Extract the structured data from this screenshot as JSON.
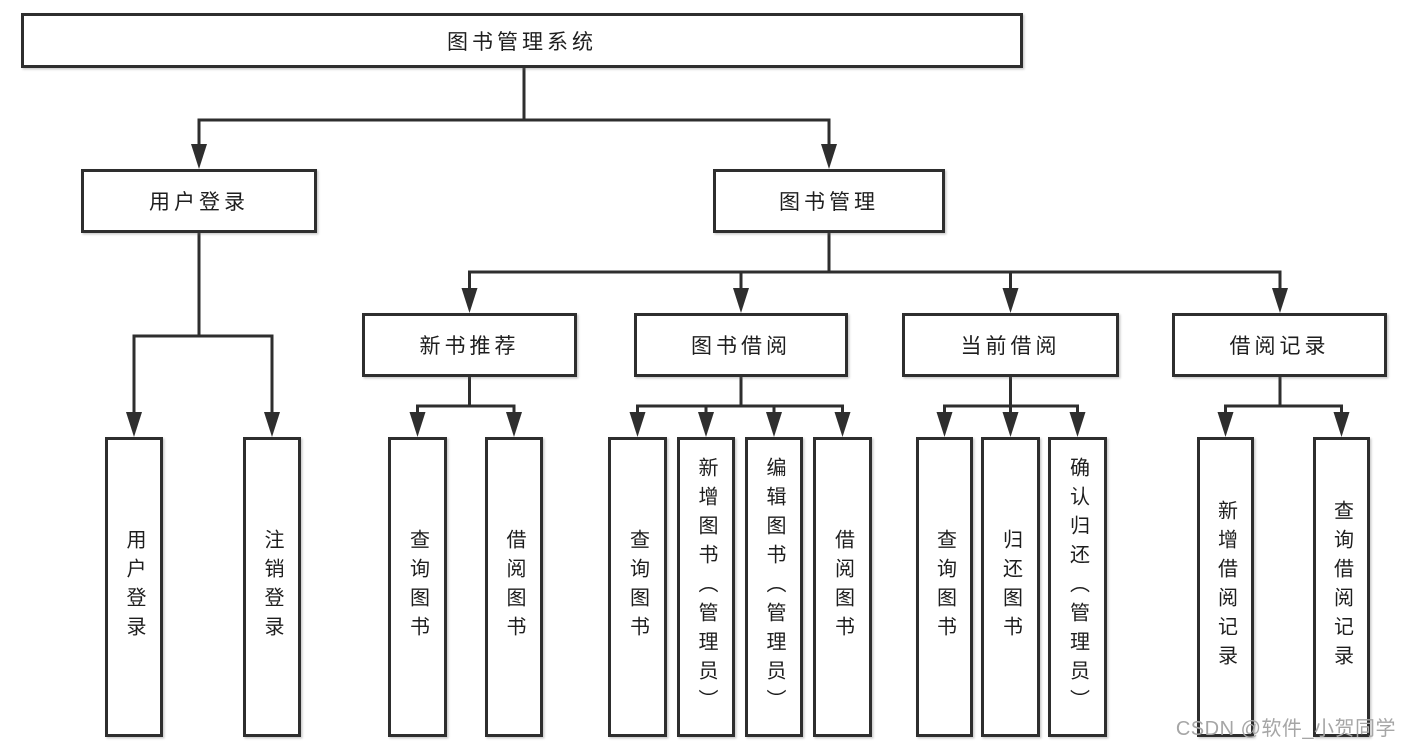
{
  "diagram": {
    "root": {
      "label": "图书管理系统"
    },
    "level2": [
      {
        "label": "用户登录"
      },
      {
        "label": "图书管理"
      }
    ],
    "level3": [
      {
        "label": "新书推荐",
        "parent": "图书管理"
      },
      {
        "label": "图书借阅",
        "parent": "图书管理"
      },
      {
        "label": "当前借阅",
        "parent": "图书管理"
      },
      {
        "label": "借阅记录",
        "parent": "图书管理"
      }
    ],
    "leaves": [
      {
        "label": "用户登录",
        "parent": "用户登录"
      },
      {
        "label": "注销登录",
        "parent": "用户登录"
      },
      {
        "label": "查询图书",
        "parent": "新书推荐"
      },
      {
        "label": "借阅图书",
        "parent": "新书推荐"
      },
      {
        "label": "查询图书",
        "parent": "图书借阅"
      },
      {
        "label": "新增图书（管理员）",
        "parent": "图书借阅"
      },
      {
        "label": "编辑图书（管理员）",
        "parent": "图书借阅"
      },
      {
        "label": "借阅图书",
        "parent": "图书借阅"
      },
      {
        "label": "查询图书",
        "parent": "当前借阅"
      },
      {
        "label": "归还图书",
        "parent": "当前借阅"
      },
      {
        "label": "确认归还（管理员）",
        "parent": "当前借阅"
      },
      {
        "label": "新增借阅记录",
        "parent": "借阅记录"
      },
      {
        "label": "查询借阅记录",
        "parent": "借阅记录"
      }
    ],
    "watermark": "CSDN @软件_小贺同学",
    "colors": {
      "line": "#2e2e2e",
      "box_border": "#2e2e2e",
      "box_fill": "#ffffff",
      "text": "#1e1e1e",
      "watermark": "#a6a6a6",
      "background": "#ffffff"
    }
  }
}
